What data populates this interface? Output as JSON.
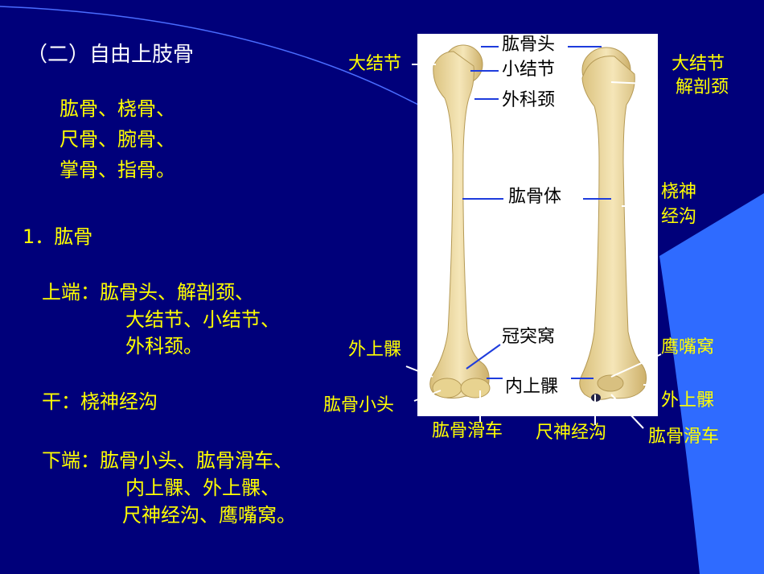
{
  "slide": {
    "section_title": "（二）自由上肢骨",
    "bone_list": [
      "肱骨、桡骨、",
      "尺骨、腕骨、",
      "掌骨、指骨。"
    ],
    "subsection": "1．肱骨",
    "upper_end": [
      "上端：肱骨头、解剖颈、",
      "大结节、小结节、",
      "外科颈。"
    ],
    "shaft": "干：桡神经沟",
    "lower_end": [
      "下端：肱骨小头、肱骨滑车、",
      "内上髁、外上髁、",
      "尺神经沟、鹰嘴窝。"
    ]
  },
  "figure": {
    "labels": {
      "humeral_head": "肱骨头",
      "lesser_tubercle": "小结节",
      "surgical_neck": "外科颈",
      "humeral_shaft": "肱骨体",
      "coronoid_fossa": "冠突窝",
      "medial_epicondyle": "内上髁",
      "greater_tubercle_left": "大结节",
      "lateral_epicondyle_left": "外上髁",
      "capitulum": "肱骨小头",
      "trochlea": "肱骨滑车",
      "ulnar_groove": "尺神经沟",
      "greater_tubercle_right": "大结节",
      "anatomical_neck": "解剖颈",
      "radial_groove": [
        "桡神",
        "经沟"
      ],
      "olecranon_fossa": "鹰嘴窝",
      "lateral_epicondyle_right": "外上髁",
      "trochlea_right": "肱骨滑车"
    }
  },
  "colors": {
    "background": "#00007a",
    "accent_shape": "#2f6bff",
    "text_white": "#ffffff",
    "text_yellow": "#ffff00",
    "bone": "#ecd9a0"
  }
}
